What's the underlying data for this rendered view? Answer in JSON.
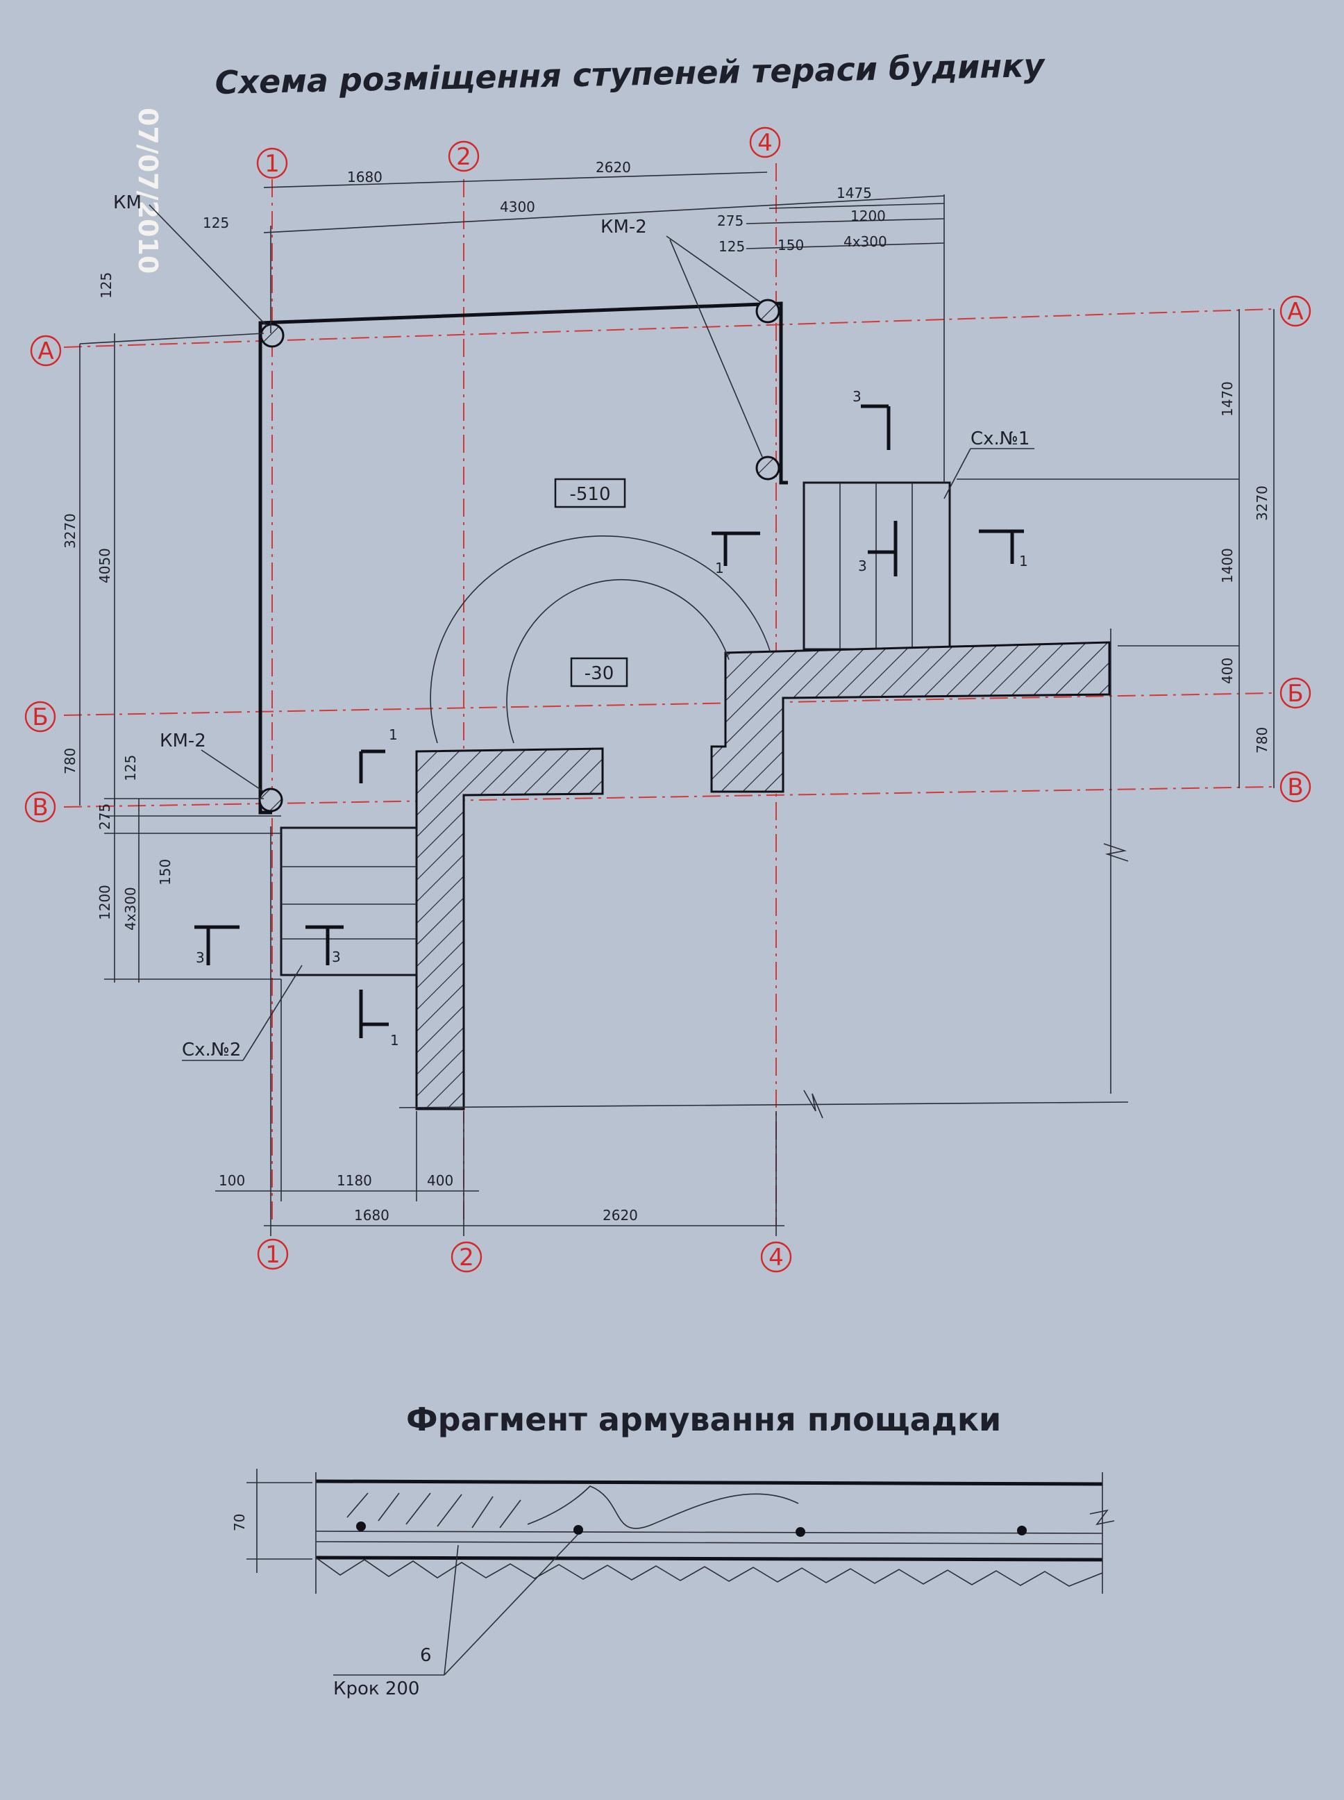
{
  "title": "Схема розміщення ступеней тераси будинку",
  "date_stamp": "07/07/2010",
  "axes": {
    "columns": [
      "1",
      "2",
      "4"
    ],
    "rows": [
      "А",
      "Б",
      "В"
    ]
  },
  "labels": {
    "level_top": "-510",
    "level_mid": "-30",
    "km_top_left": "КМ",
    "km_top": "КМ-2",
    "km_left": "КМ-2",
    "sx1": "Сх.№1",
    "sx2": "Сх.№2",
    "sec1": "1",
    "sec3": "3"
  },
  "dims": {
    "top_1680": "1680",
    "top_2620": "2620",
    "top_1475": "1475",
    "top_4300": "4300",
    "top_1200": "1200",
    "top_275": "275",
    "top_125a": "125",
    "top_125b": "125",
    "top_150": "150",
    "top_4x300": "4x300",
    "left_125": "125",
    "left_3270": "3270",
    "left_4050": "4050",
    "left_780": "780",
    "left_125b": "125",
    "left_275": "275",
    "left_150": "150",
    "left_1200": "1200",
    "left_4x300": "4x300",
    "right_1470": "1470",
    "right_3270": "3270",
    "right_1400": "1400",
    "right_400": "400",
    "right_780": "780",
    "bot_100": "100",
    "bot_1180": "1180",
    "bot_400": "400",
    "bot_1680": "1680",
    "bot_2620": "2620"
  },
  "fragment": {
    "title": "Фрагмент армування площадки",
    "dim_70": "70",
    "bar_label": "6",
    "step_label": "Крок 200"
  },
  "colors": {
    "paper": "#b9c2d0",
    "axis_red": "#d42727",
    "ink": "#15161f"
  }
}
